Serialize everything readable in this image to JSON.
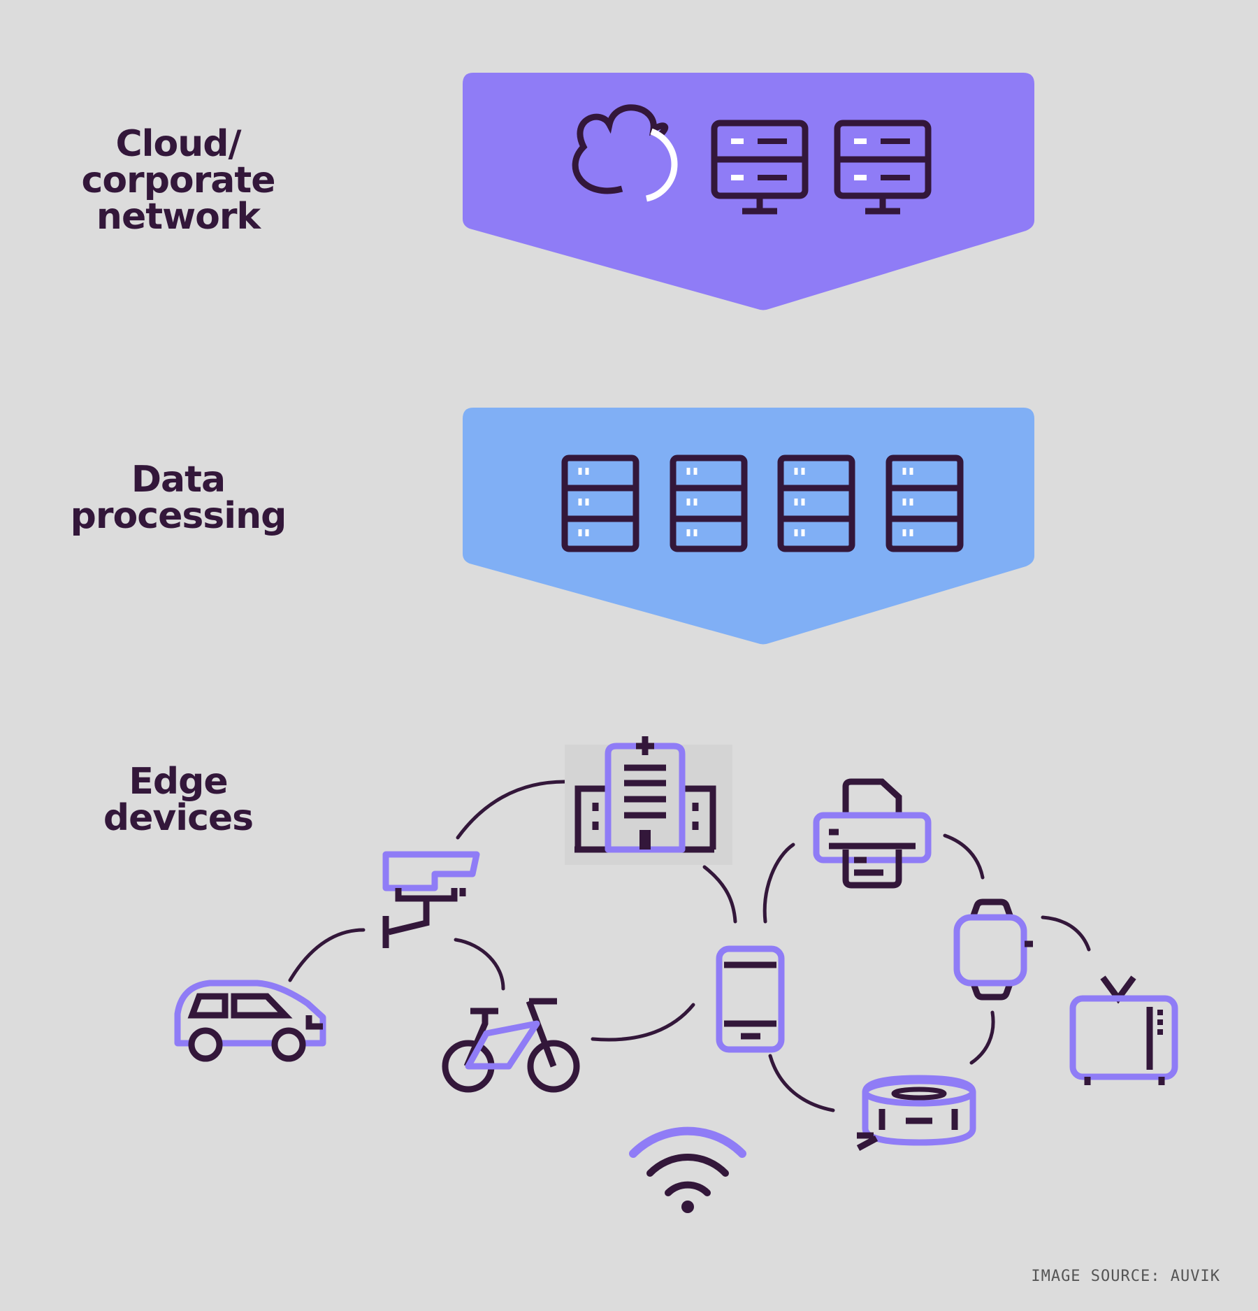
{
  "tiers": {
    "cloud": {
      "label_lines": [
        "Cloud/",
        "corporate",
        "network"
      ],
      "color": "#8f7cf6"
    },
    "processing": {
      "label_lines": [
        "Data",
        "processing"
      ],
      "color": "#80aff5"
    },
    "edge": {
      "label_lines": [
        "Edge",
        "devices"
      ]
    }
  },
  "icons": {
    "cloud_tier": [
      "cloud-icon",
      "desktop-server-icon",
      "desktop-server-icon"
    ],
    "processing_tier": [
      "server-rack-icon",
      "server-rack-icon",
      "server-rack-icon",
      "server-rack-icon"
    ],
    "edge_devices": [
      "hospital-icon",
      "security-camera-icon",
      "car-icon",
      "bicycle-icon",
      "smartphone-icon",
      "printer-icon",
      "smartwatch-icon",
      "tv-icon",
      "robot-vacuum-icon",
      "wifi-icon"
    ]
  },
  "colors": {
    "background": "#dcdcdc",
    "dark": "#33173a",
    "purple": "#8f7cf6",
    "blue": "#80aff5"
  },
  "credit": "IMAGE SOURCE: AUVIK"
}
